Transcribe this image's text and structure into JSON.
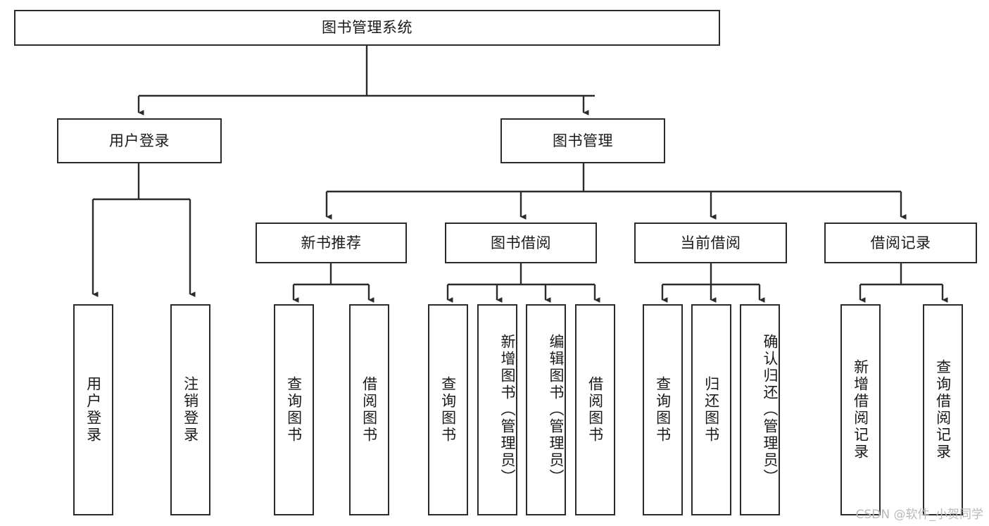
{
  "diagram": {
    "title": "图书管理系统",
    "type": "tree-hierarchy",
    "orientation": "top-down",
    "colors": {
      "box_border": "#2b2b2b",
      "box_fill": "#ffffff",
      "connector": "#2b2b2b",
      "text": "#1a1a1a",
      "watermark": "#b9b9b9",
      "background": "#ffffff"
    },
    "root": {
      "label": "图书管理系统"
    },
    "level2": [
      {
        "label": "用户登录"
      },
      {
        "label": "图书管理"
      }
    ],
    "level3": [
      {
        "label": "新书推荐"
      },
      {
        "label": "图书借阅"
      },
      {
        "label": "当前借阅"
      },
      {
        "label": "借阅记录"
      }
    ],
    "leaves": {
      "user_login": [
        {
          "label": "用户登录"
        },
        {
          "label": "注销登录"
        }
      ],
      "new_book_recommend": [
        {
          "label": "查询图书"
        },
        {
          "label": "借阅图书"
        }
      ],
      "book_borrow": [
        {
          "label": "查询图书"
        },
        {
          "label": "新增图书（管理员）"
        },
        {
          "label": "编辑图书（管理员）"
        },
        {
          "label": "借阅图书"
        }
      ],
      "current_borrow": [
        {
          "label": "查询图书"
        },
        {
          "label": "归还图书"
        },
        {
          "label": "确认归还（管理员）"
        }
      ],
      "borrow_record": [
        {
          "label": "新增借阅记录"
        },
        {
          "label": "查询借阅记录"
        }
      ]
    }
  },
  "watermark": {
    "text": "CSDN @软件_小贺同学"
  }
}
